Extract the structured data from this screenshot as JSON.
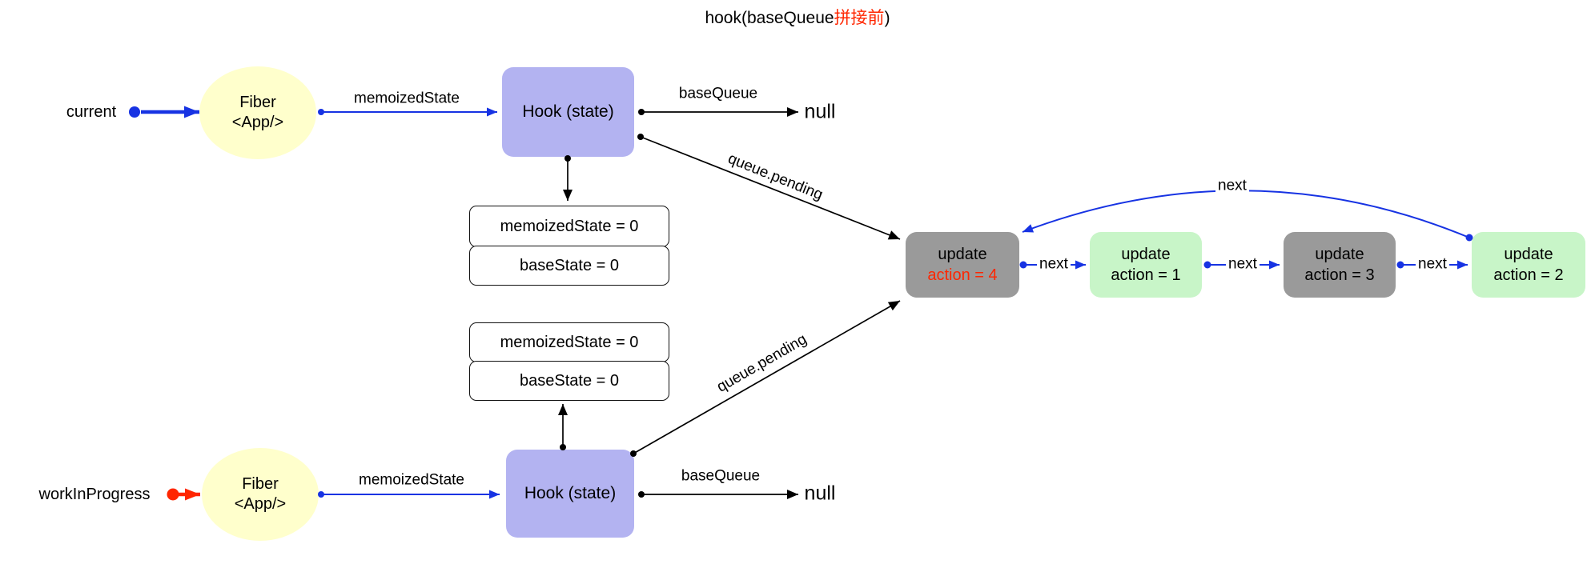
{
  "title": {
    "prefix": "hook(baseQueue",
    "highlight": "拼接前",
    "suffix": ")"
  },
  "pointers": {
    "current": "current",
    "work_in_progress": "workInProgress"
  },
  "fiber": {
    "line1": "Fiber",
    "line2": "<App/>"
  },
  "hook": {
    "label": "Hook (state)"
  },
  "labels": {
    "memoized_state": "memoizedState",
    "base_queue": "baseQueue",
    "queue_pending": "queue.pending",
    "next": "next",
    "null_value": "null"
  },
  "state_boxes": {
    "memoized_state": "memoizedState = 0",
    "base_state": "baseState = 0"
  },
  "updates": [
    {
      "line1": "update",
      "line2": "action = 4",
      "variant": "gray",
      "line2_color": "red"
    },
    {
      "line1": "update",
      "line2": "action = 1",
      "variant": "green",
      "line2_color": "black"
    },
    {
      "line1": "update",
      "line2": "action = 3",
      "variant": "gray",
      "line2_color": "black"
    },
    {
      "line1": "update",
      "line2": "action = 2",
      "variant": "green",
      "line2_color": "black"
    }
  ],
  "colors": {
    "blue": "#1733e3",
    "red": "#ff2600",
    "fiber_bg": "#ffffcc",
    "hook_bg": "#b3b3f1",
    "update_gray": "#9a9a9a",
    "update_green": "#c8f5c8"
  }
}
